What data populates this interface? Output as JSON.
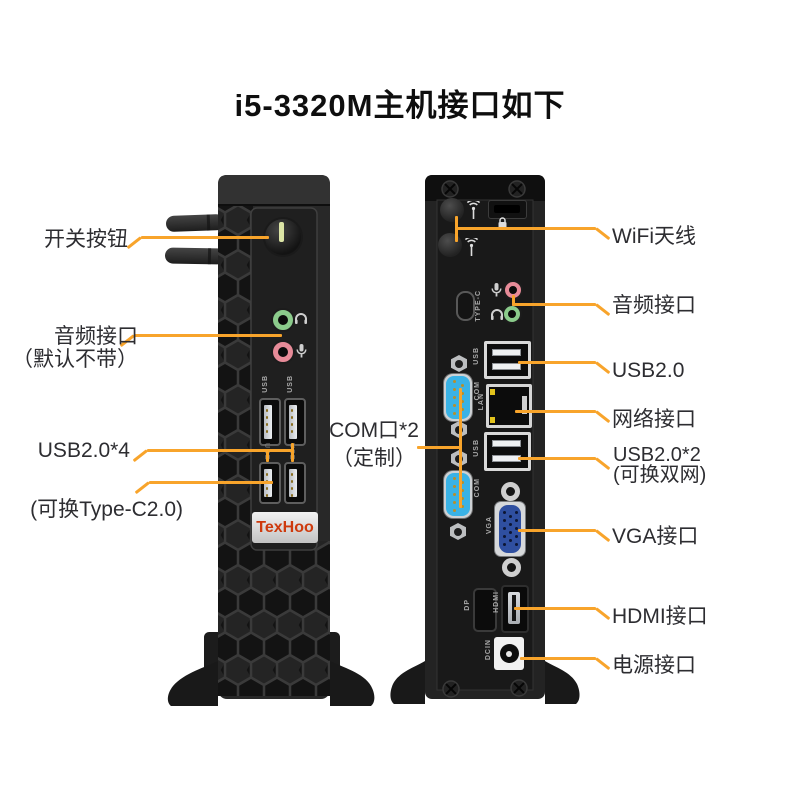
{
  "title": "i5-3320M主机接口如下",
  "brand": "TexHoo",
  "callouts": {
    "left": [
      {
        "id": "power-button",
        "text": "开关按钮"
      },
      {
        "id": "front-audio",
        "text": "音频接口",
        "text2": "（默认不带）"
      },
      {
        "id": "front-usb",
        "text": "USB2.0*4"
      },
      {
        "id": "type-c-option",
        "text": "(可换Type-C2.0)"
      }
    ],
    "center": {
      "id": "com-ports",
      "text": "COM口*2",
      "text2": "（定制）"
    },
    "right": [
      {
        "id": "wifi-antenna",
        "text": "WiFi天线"
      },
      {
        "id": "rear-audio",
        "text": "音频接口"
      },
      {
        "id": "usb-top",
        "text": "USB2.0"
      },
      {
        "id": "lan",
        "text": "网络接口"
      },
      {
        "id": "usb-bottom",
        "text": "USB2.0*2",
        "text2": "(可换双网)"
      },
      {
        "id": "vga",
        "text": "VGA接口"
      },
      {
        "id": "hdmi",
        "text": "HDMI接口"
      },
      {
        "id": "dc-in",
        "text": "电源接口"
      }
    ]
  },
  "port_labels": {
    "usb": "USB",
    "type_c": "TYPE-C",
    "lan": "LAN",
    "com": "COM",
    "vga": "VGA",
    "dp": "DP",
    "hdmi": "HDMI",
    "dcin": "DCIN"
  },
  "colors": {
    "accent_orange": "#F8A42B",
    "com_port_blue": "#3AB2E5",
    "vga_blue": "#2F4FA0",
    "audio_green": "#8BCB8B",
    "audio_pink": "#E78B98",
    "brand_red": "#CE3A0D",
    "led_yellow": "#E3C31C"
  }
}
